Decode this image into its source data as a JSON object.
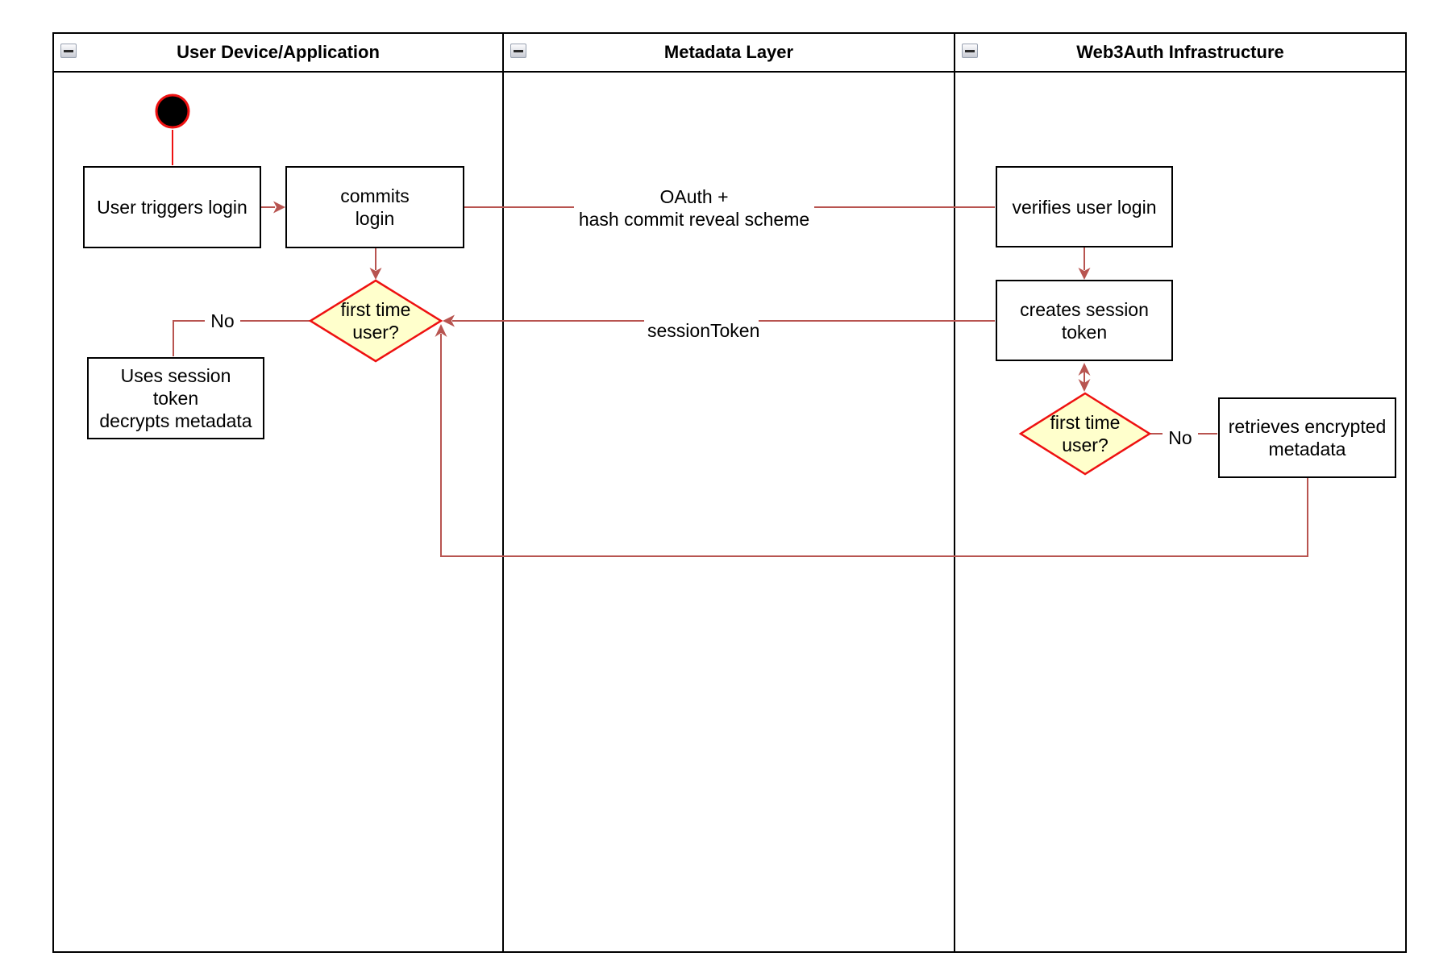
{
  "colors": {
    "connector": "#b85450",
    "shape_red": "#ee1111",
    "diamond_fill": "#ffffcc",
    "box_border": "#000000",
    "background": "#ffffff"
  },
  "lanes": [
    {
      "title": "User Device/Application"
    },
    {
      "title": "Metadata Layer"
    },
    {
      "title": "Web3Auth Infrastructure"
    }
  ],
  "nodes": {
    "user_triggers_login": "User triggers login",
    "commits_login": "commits\nlogin",
    "first_time_user_1": "first time\nuser?",
    "uses_session_token": "Uses session\ntoken\ndecrypts metadata",
    "verifies_user_login": "verifies user login",
    "creates_session_token": "creates session\ntoken",
    "first_time_user_2": "first time\nuser?",
    "retrieves_encrypted_metadata": "retrieves encrypted\nmetadata"
  },
  "edge_labels": {
    "oauth": "OAuth +\nhash commit reveal scheme",
    "session_token": "sessionToken",
    "no_1": "No",
    "no_2": "No"
  }
}
